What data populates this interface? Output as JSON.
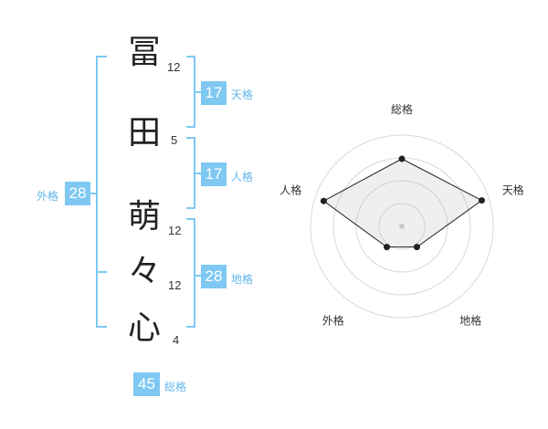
{
  "name": {
    "chars": [
      {
        "char": "冨",
        "strokes": "12"
      },
      {
        "char": "田",
        "strokes": "5"
      },
      {
        "char": "萌",
        "strokes": "12"
      },
      {
        "char": "々",
        "strokes": "12"
      },
      {
        "char": "心",
        "strokes": "4"
      }
    ]
  },
  "fortune": {
    "tenkaku": {
      "value": "17",
      "label": "天格"
    },
    "jinkaku": {
      "value": "17",
      "label": "人格"
    },
    "chikaku": {
      "value": "28",
      "label": "地格"
    },
    "gaikaku": {
      "value": "28",
      "label": "外格"
    },
    "soukaku": {
      "value": "45",
      "label": "総格"
    }
  },
  "colors": {
    "accent": "#7ec8f2",
    "label": "#5fb7ea",
    "text": "#222222"
  },
  "chart_data": {
    "type": "radar",
    "axes": [
      "総格",
      "天格",
      "地格",
      "外格",
      "人格"
    ],
    "values": [
      0.74,
      0.92,
      0.28,
      0.28,
      0.9
    ],
    "range": [
      0,
      1
    ],
    "rings": 4,
    "grid": true
  }
}
